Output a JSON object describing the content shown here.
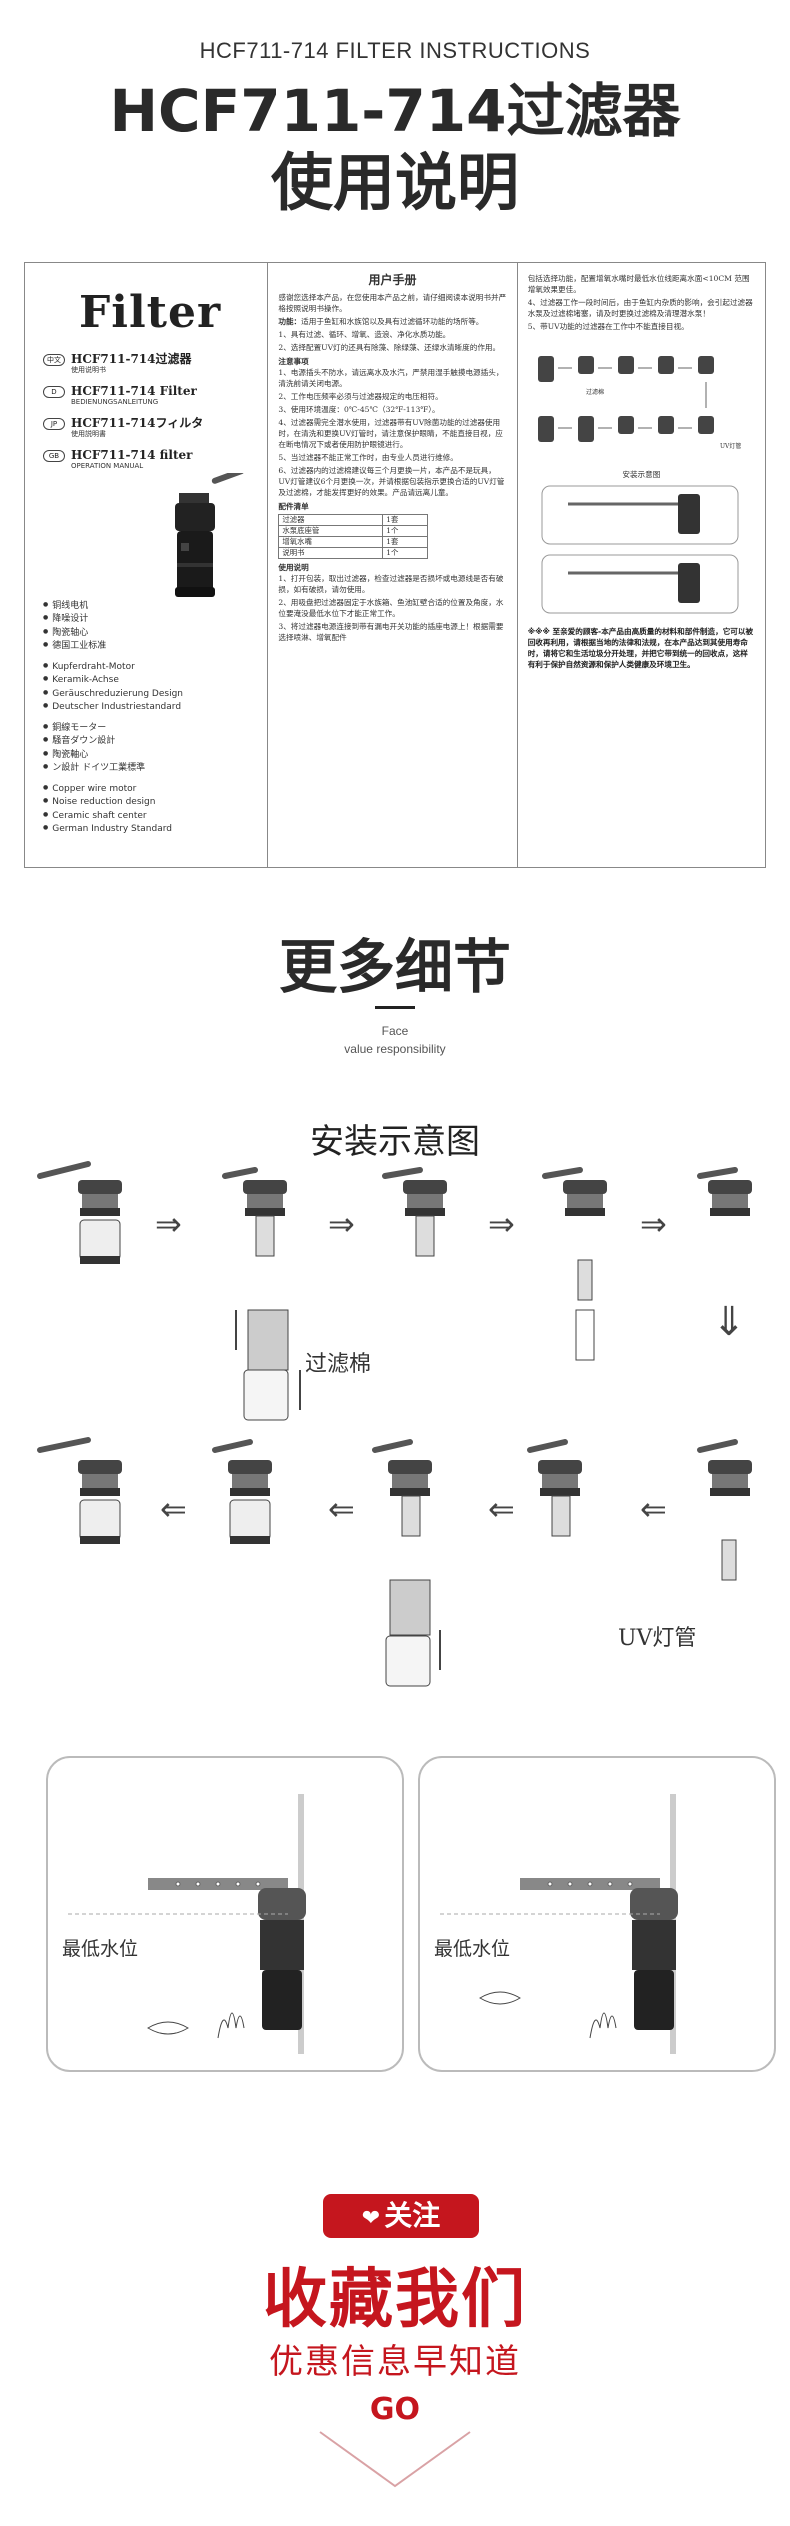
{
  "header": {
    "small_title": "HCF711-714 FILTER INSTRUCTIONS",
    "title_line1": "HCF711-714过滤器",
    "title_line2": "使用说明"
  },
  "manual": {
    "brand": "Filter",
    "languages": [
      {
        "tag": "中文",
        "main": "HCF711-714过滤器",
        "sub": "使用说明书"
      },
      {
        "tag": "D",
        "main": "HCF711-714 Filter",
        "sub": "BEDIENUNGSANLEITUNG"
      },
      {
        "tag": "JP",
        "main": "HCF711-714フィルタ",
        "sub": "使用説明書"
      },
      {
        "tag": "GB",
        "main": "HCF711-714 filter",
        "sub": "OPERATION MANUAL"
      }
    ],
    "features": [
      [
        "铜线电机",
        "降噪设计",
        "陶瓷轴心",
        "德国工业标准"
      ],
      [
        "Kupferdraht-Motor",
        "Keramik-Achse",
        "Geräuschreduzierung Design",
        "Deutscher Industriestandard"
      ],
      [
        "銅線モーター",
        "騒音ダウン設計",
        "陶瓷軸心",
        "ン設計 ドイツ工業標準"
      ],
      [
        "Copper wire motor",
        "Noise reduction design",
        "Ceramic shaft center",
        "German Industry Standard"
      ]
    ],
    "user_manual": {
      "heading": "用户手册",
      "intro": "感谢您选择本产品，在您使用本产品之前，请仔细阅读本说明书并严格按照说明书操作。",
      "function_head": "功能：",
      "function_text": "适用于鱼缸和水族馆以及具有过滤循环功能的场所等。",
      "function_items": [
        "1、具有过滤、循环、增氧、造浪、净化水质功能。",
        "2、选择配置UV灯的还具有除藻、除绿藻、还绿水清晰度的作用。"
      ],
      "notes_head": "注意事项",
      "notes": [
        "1、电源插头不防水，请远离水及水汽，严禁用湿手触摸电源插头，清洗前请关闭电源。",
        "2、工作电压频率必须与过滤器规定的电压相符。",
        "3、使用环境温度：0℃-45℃（32℉-113℉）。",
        "4、过滤器需完全潜水使用，过滤器带有UV除菌功能的过滤器使用时，在清洗和更换UV灯管时，请注意保护眼睛，不能直接目视，应在断电情况下或者使用防护眼镜进行。",
        "5、当过滤器不能正常工作时，由专业人员进行维修。",
        "6、过滤器内的过滤棉建议每三个月更换一片，本产品不是玩具，UV灯管建议6个月更换一次，并请根据包装指示更换合适的UV灯管及过滤棉，才能发挥更好的效果。产品请远离儿童。"
      ],
      "parts_head": "配件清单",
      "parts": [
        [
          "过滤器",
          "1套"
        ],
        [
          "水泵底座管",
          "1个"
        ],
        [
          "增氧水嘴",
          "1套"
        ],
        [
          "说明书",
          "1个"
        ]
      ],
      "usage_head": "使用说明",
      "usage": [
        "1、打开包装，取出过滤器，检查过滤器是否损坏或电源线是否有破损，如有破损，请勿使用。",
        "2、用吸盘把过滤器固定于水族箱、鱼池缸壁合适的位置及角度，水位要淹没最低水位下才能正常工作。",
        "3、将过滤器电源连接到带有漏电开关功能的插座电源上！根据需要选择喷淋、增氧配件"
      ]
    },
    "col3": {
      "top_text": "包括选择功能，配置增氧水嘴时最低水位线距离水面<10CM 范围增氧效果更佳。",
      "items": [
        "4、过滤器工作一段时间后，由于鱼缸内杂质的影响，会引起过滤器水泵及过滤棉堵塞，请及时更换过滤棉及清理潜水泵！",
        "5、带UV功能的过滤器在工作中不能直接目视。"
      ],
      "label_filter": "过滤棉",
      "label_uv": "UV灯管",
      "install_caption": "安装示意图",
      "warning": "※※※ 至亲爱的顾客-本产品由高质量的材料和部件制造，它可以被回收再利用，请根据当地的法律和法规，在本产品达到其使用寿命时，请将它和生活垃圾分开处理，并把它带到统一的回收点，这样有利于保护自然资源和保护人类健康及环境卫生。"
    }
  },
  "more": {
    "title": "更多细节",
    "face": "Face",
    "value": "value responsibility"
  },
  "install": {
    "title": "安装示意图",
    "label_filter": "过滤棉",
    "label_uv": "UV灯管"
  },
  "tanks": {
    "label_left": "最低水位",
    "label_right": "最低水位"
  },
  "footer": {
    "follow": "关注",
    "collect": "收藏我们",
    "sub": "优惠信息早知道",
    "go": "GO"
  },
  "colors": {
    "accent_red": "#c5161e",
    "text_dark": "#2a2a2a"
  }
}
